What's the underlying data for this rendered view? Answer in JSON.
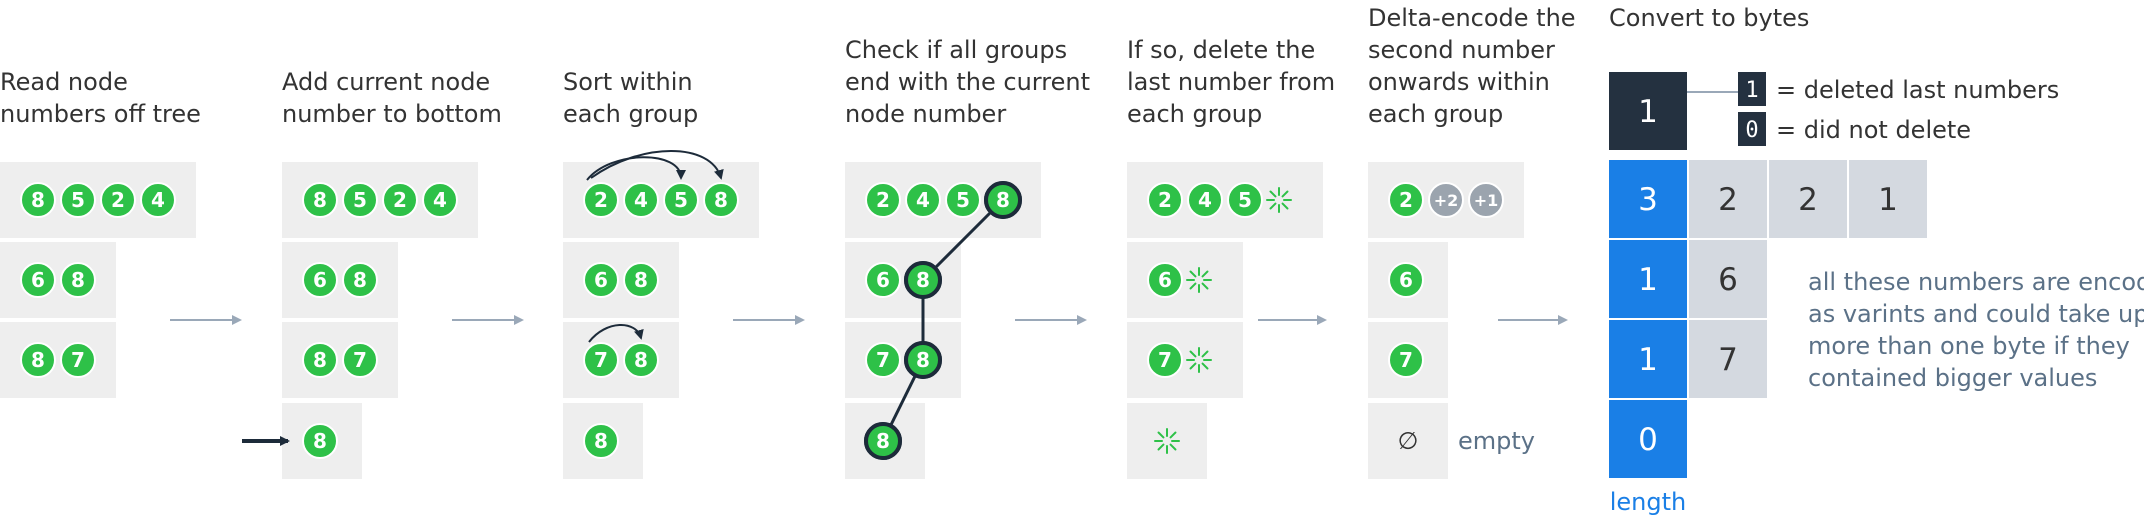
{
  "colors": {
    "node_green": "#2ec148",
    "box_bg": "#eeeeee",
    "outline": "#1d2b3a",
    "arrow": "#9aa8b8",
    "blue_cell": "#1a7fe6",
    "gray_cell": "#d4d9e0",
    "dark_cell": "#243140",
    "delta_badge": "#9ba4ae",
    "sparkle": "#2ec148"
  },
  "steps": [
    {
      "title": [
        "Read node",
        "numbers off tree"
      ],
      "groups": [
        [
          "8",
          "5",
          "2",
          "4"
        ],
        [
          "6",
          "8"
        ],
        [
          "8",
          "7"
        ]
      ]
    },
    {
      "title": [
        "Add current node",
        "number to bottom"
      ],
      "groups": [
        [
          "8",
          "5",
          "2",
          "4"
        ],
        [
          "6",
          "8"
        ],
        [
          "8",
          "7"
        ],
        [
          "8"
        ]
      ],
      "highlight_arrow_group": 3
    },
    {
      "title": [
        "Sort within",
        "each group"
      ],
      "groups": [
        [
          "2",
          "4",
          "5",
          "8"
        ],
        [
          "6",
          "8"
        ],
        [
          "7",
          "8"
        ],
        [
          "8"
        ]
      ]
    },
    {
      "title": [
        "Check if all groups",
        "end with the current",
        "node number"
      ],
      "groups": [
        [
          "2",
          "4",
          "5",
          "8"
        ],
        [
          "6",
          "8"
        ],
        [
          "7",
          "8"
        ],
        [
          "8"
        ]
      ],
      "outlined": "last"
    },
    {
      "title": [
        "If so, delete the",
        "last number from",
        "each group"
      ],
      "groups": [
        [
          "2",
          "4",
          "5"
        ],
        [
          "6"
        ],
        [
          "7"
        ],
        []
      ],
      "deleted": true
    },
    {
      "title": [
        "Delta-encode the",
        "second number",
        "onwards within",
        "each group"
      ],
      "groups": [
        [
          "2",
          "+2",
          "+1"
        ],
        [
          "6"
        ],
        [
          "7"
        ],
        []
      ],
      "empty_symbol": "∅",
      "empty_label": "empty"
    }
  ],
  "bytes": {
    "title": "Convert to bytes",
    "flag": "1",
    "legend": [
      {
        "symbol": "1",
        "label": "= deleted last numbers"
      },
      {
        "symbol": "0",
        "label": "= did not delete"
      }
    ],
    "rows": [
      {
        "length": "3",
        "values": [
          "2",
          "2",
          "1"
        ]
      },
      {
        "length": "1",
        "values": [
          "6"
        ]
      },
      {
        "length": "1",
        "values": [
          "7"
        ]
      },
      {
        "length": "0",
        "values": []
      }
    ],
    "length_label": "length",
    "note": [
      "all these numbers are encoded",
      "as varints and could take up",
      "more than one byte if they",
      "contained bigger values"
    ]
  }
}
